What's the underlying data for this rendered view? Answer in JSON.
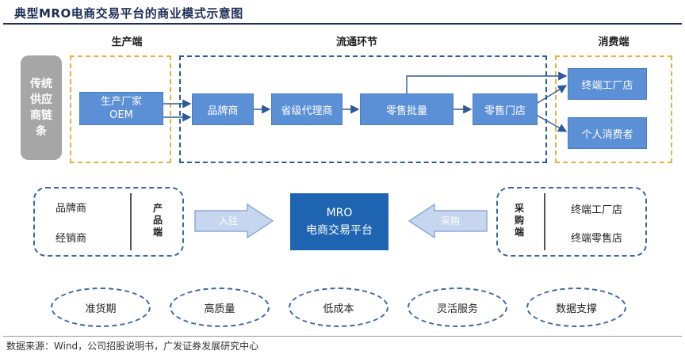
{
  "title": "典型MRO电商交易平台的商业模式示意图",
  "sections": {
    "production": "生产端",
    "circulation": "流通环节",
    "consumption": "消费端"
  },
  "traditional_chain": "传统供应商链条",
  "flow": {
    "manufacturer": [
      "生产厂家",
      "OEM"
    ],
    "brand": "品牌商",
    "agent": "省级代理商",
    "wholesale": "零售批量",
    "store": "零售门店",
    "factory_store": "终端工厂店",
    "consumer": "个人消费者"
  },
  "left_panel": {
    "items": [
      "品牌商",
      "经销商"
    ],
    "side_label": "产品端"
  },
  "right_panel": {
    "items": [
      "终端工厂店",
      "终端零售店"
    ],
    "side_label": "采购端"
  },
  "arrows": {
    "enter": "入驻",
    "purchase": "采购"
  },
  "platform": [
    "MRO",
    "电商交易平台"
  ],
  "features": [
    "准货期",
    "高质量",
    "低成本",
    "灵活服务",
    "数据支撑"
  ],
  "colors": {
    "title": "#1c2f56",
    "gold_dash": "#e3b23c",
    "blue_dash": "#2b5b9a",
    "flow_box": "#5b8fd6",
    "platform_box": "#1e64b0",
    "gray_box": "#a6a6a6"
  },
  "footer": "数据来源：Wind，公司招股说明书，广发证券发展研究中心"
}
